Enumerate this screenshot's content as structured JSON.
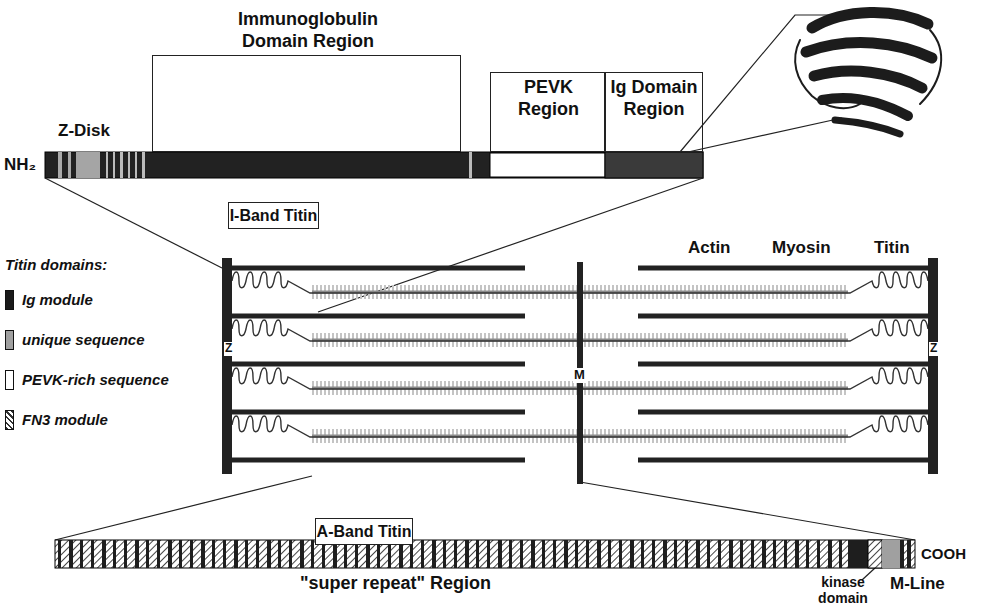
{
  "diagram": {
    "nodes": [
      {
        "text": [
          "Immunoglobulin Domain Region"
        ]
      },
      {
        "text": [
          "PEVK Region"
        ]
      },
      {
        "text": [
          "Ig Domain Region"
        ]
      },
      {
        "text": [
          "I-Band Titin"
        ]
      },
      {
        "text": [
          "A-Band Titin"
        ]
      }
    ],
    "labels": [
      "Z-Disk",
      "NH₂",
      "Titin domains:",
      "Actin",
      "Myosin",
      "Titin",
      "Z",
      "M",
      "Z",
      "\"super repeat\" Region",
      "kinase domain",
      "M-Line",
      "COOH"
    ],
    "legend": [
      {
        "text": "Ig module",
        "color": "#1a1a1a"
      },
      {
        "text": "unique sequence",
        "color": "#a0a0a0"
      },
      {
        "text": "PEVK-rich sequence",
        "color": "#ffffff"
      },
      {
        "text": "FN3 module"
      }
    ]
  }
}
